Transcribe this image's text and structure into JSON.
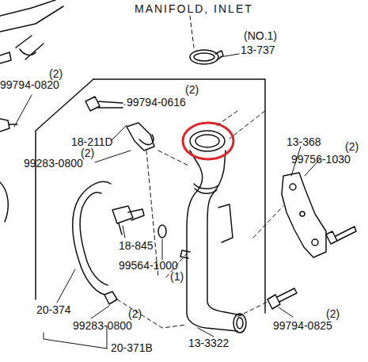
{
  "diagram": {
    "labels": [
      "MANIFOLD, INLET",
      "(NO.1)",
      "13-737",
      "(2)",
      "99794-0820",
      "(2)",
      "99794-0616",
      "18-211D",
      "(2)",
      "99283-0800",
      "13-368",
      "(2)",
      "99756-1030",
      "18-845",
      "99564-1000",
      "(1)",
      "20-374",
      "(2)",
      "99283-0800",
      "(2)",
      "99794-0825",
      "20-371B",
      "13-3322"
    ]
  }
}
